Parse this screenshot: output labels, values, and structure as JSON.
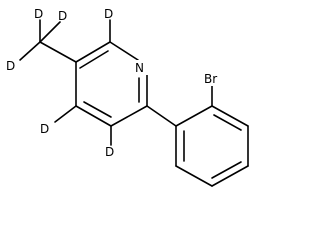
{
  "molecule": {
    "atom_labels": {
      "cd3_h_top": "D",
      "cd3_h_right": "D",
      "cd3_h_left": "D",
      "ring_h_top": "D",
      "nitrogen": "N",
      "bromine": "Br",
      "ring_h_left": "D",
      "ring_h_bottom": "D"
    }
  }
}
